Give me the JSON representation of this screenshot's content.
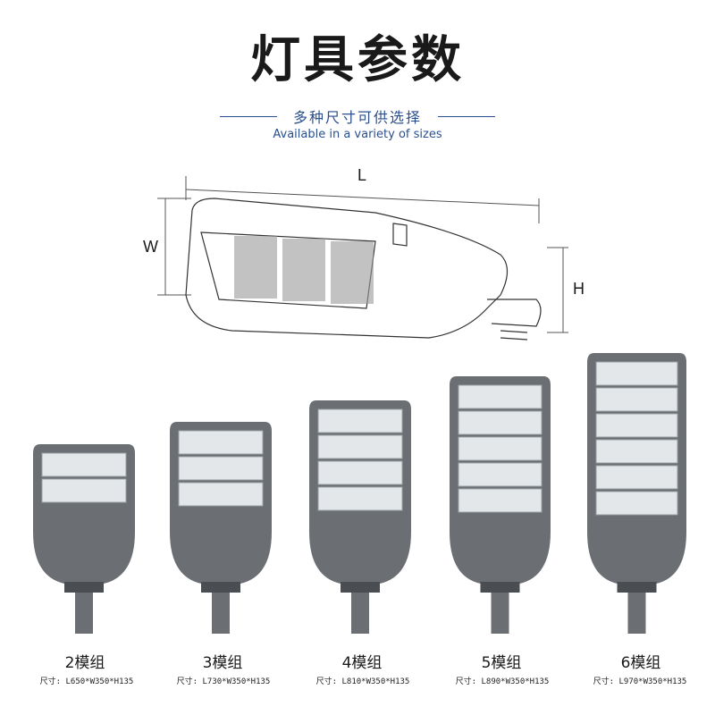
{
  "title": "灯具参数",
  "subtitle": "多种尺寸可供选择",
  "subtitle_en": "Available in a variety of sizes",
  "dimensions": {
    "length": "L",
    "width": "W",
    "height": "H"
  },
  "models": [
    {
      "name": "2模组",
      "size": "尺寸: L650*W350*H135",
      "modules": 2
    },
    {
      "name": "3模组",
      "size": "尺寸: L730*W350*H135",
      "modules": 3
    },
    {
      "name": "4模组",
      "size": "尺寸: L810*W350*H135",
      "modules": 4
    },
    {
      "name": "5模组",
      "size": "尺寸: L890*W350*H135",
      "modules": 5
    },
    {
      "name": "6模组",
      "size": "尺寸: L970*W350*H135",
      "modules": 6
    }
  ],
  "colors": {
    "accent": "#2a4f8f",
    "housing": "#6b6e72",
    "module": "#e4e7ea"
  }
}
